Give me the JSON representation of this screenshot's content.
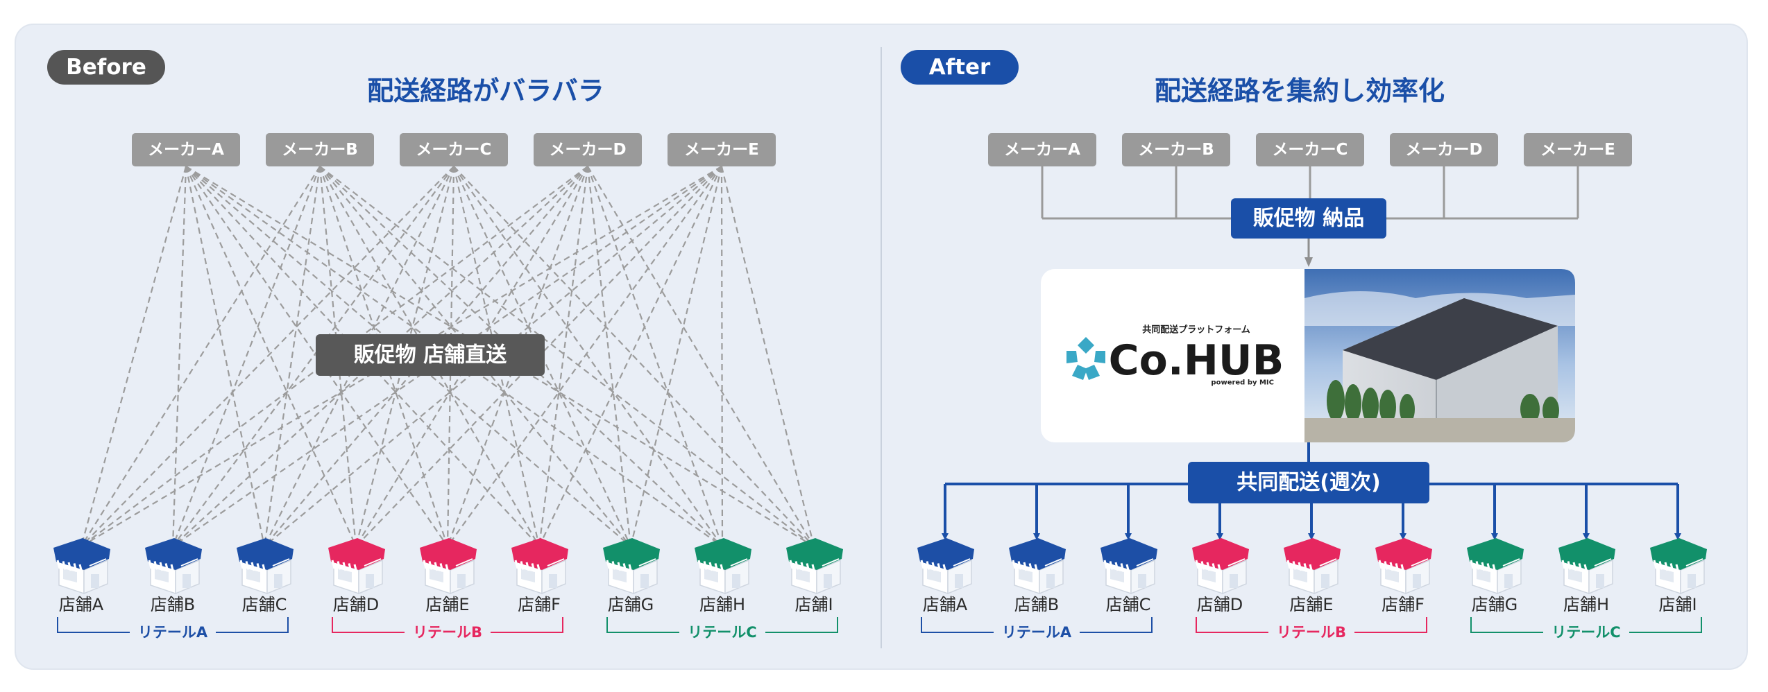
{
  "colors": {
    "panel_bg": "#e9eef6",
    "panel_border": "#dfe5ee",
    "title_blue": "#1a4fa8",
    "badge_dark": "#555555",
    "badge_blue": "#1a4fa8",
    "maker_gray": "#9a9a9a",
    "dashed_gray": "#9c9c9c",
    "center_label_dark": "#585858",
    "arrow_blue": "#1a4fa8",
    "store_blue": "#1d4fa6",
    "store_pink": "#e6275f",
    "store_green": "#12906a"
  },
  "before": {
    "badge": "Before",
    "title": "配送経路がバラバラ",
    "center_label": "販促物 店舗直送"
  },
  "after": {
    "badge": "After",
    "title": "配送経路を集約し効率化",
    "hub_label": "販促物 納品",
    "platform_caption": "共同配送プラットフォーム",
    "platform_name": "Co.HUB",
    "platform_powered": "powered by MIC",
    "photo_icon": "warehouse-photo",
    "delivery_label": "共同配送(週次)"
  },
  "makers": [
    "メーカーA",
    "メーカーB",
    "メーカーC",
    "メーカーD",
    "メーカーE"
  ],
  "stores": [
    {
      "label": "店舗A",
      "group": 0
    },
    {
      "label": "店舗B",
      "group": 0
    },
    {
      "label": "店舗C",
      "group": 0
    },
    {
      "label": "店舗D",
      "group": 1
    },
    {
      "label": "店舗E",
      "group": 1
    },
    {
      "label": "店舗F",
      "group": 1
    },
    {
      "label": "店舗G",
      "group": 2
    },
    {
      "label": "店舗H",
      "group": 2
    },
    {
      "label": "店舗I",
      "group": 2
    }
  ],
  "retail_groups": [
    {
      "label": "リテールA",
      "color": "#1d4fa6"
    },
    {
      "label": "リテールB",
      "color": "#e6275f"
    },
    {
      "label": "リテールC",
      "color": "#12906a"
    }
  ]
}
